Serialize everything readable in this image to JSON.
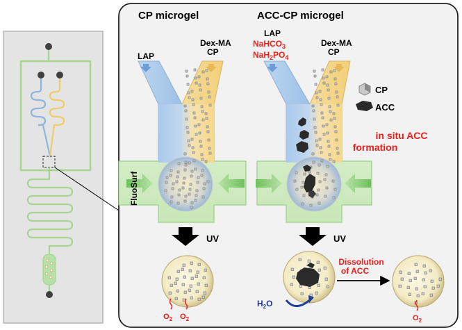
{
  "panel": {
    "title_cp": "CP microgel",
    "title_acc": "ACC-CP microgel"
  },
  "inlets": {
    "left_cp": "LAP",
    "right_cp_line1": "Dex-MA",
    "right_cp_line2": "CP",
    "left_acc": "LAP",
    "acc_reagent1": "NaHCO",
    "acc_reagent1_sub": "3",
    "acc_reagent2": "NaH",
    "acc_reagent2_sub1": "2",
    "acc_reagent2_mid": "PO",
    "acc_reagent2_sub2": "4",
    "right_acc_line1": "Dex-MA",
    "right_acc_line2": "CP"
  },
  "oil_label": "FluoSurf",
  "uv_label": "UV",
  "legend": {
    "cp": "CP",
    "acc": "ACC"
  },
  "in_situ_line1": "in situ ACC",
  "in_situ_line2": "formation",
  "dissolution_line1": "Dissolution",
  "dissolution_line2": "of ACC",
  "oxygen": "O",
  "oxygen_sub": "2",
  "water": "H",
  "water_sub": "2",
  "water_end": "O",
  "colors": {
    "chip_bg": "#e6e6e6",
    "channel_green": "#9fd28a",
    "channel_blue": "#8fb7df",
    "channel_yellow": "#f2cf6b",
    "highlight_red": "#e8201b",
    "arrow_blue": "#1f3e9a"
  }
}
